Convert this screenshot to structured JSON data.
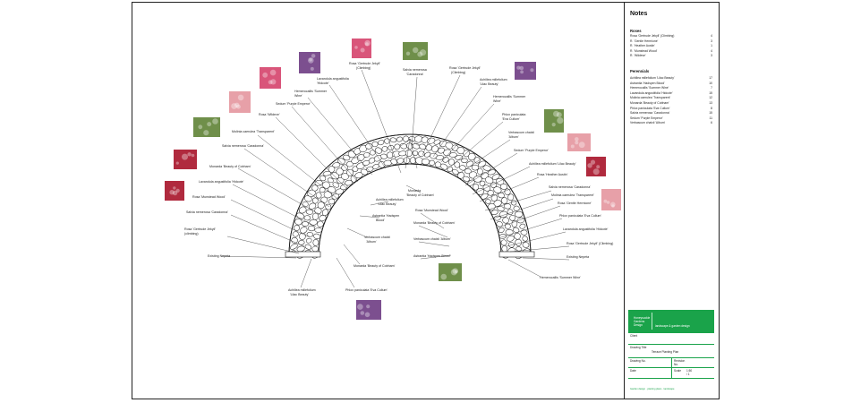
{
  "plan": {
    "labels": {
      "l1": "Rosa 'Gertrude Jekyll'",
      "l1b": "(Climbing)",
      "l2": "Salvia nemerosa",
      "l2b": "'Caradonna'",
      "l3": "Lavandula angustifolia",
      "l3b": "'Hidcote'",
      "l4": "Hemerocallis 'Summer",
      "l4b": "Wine'",
      "l5": "Sedum 'Purple Emperor'",
      "l6": "Rosa 'Wildeve'",
      "l7": "Molinia caerulea 'Transparent'",
      "l8": "Salvia nemerosa 'Caradonna'",
      "l9": "Monarda 'Beauty of Cobham'",
      "l10": "Lavandula angustifolia 'Hidcote'",
      "l11": "Rosa 'Munstead Wood'",
      "l12": "Salvia nemerosa 'Caradonna'",
      "l13": "Rosa 'Gertrude Jekyll'",
      "l13b": "(climbing)",
      "l14": "Existing Nepeta",
      "l15": "Achillea millefolium",
      "l15b": "'Lilac Beauty'",
      "l16": "Monarda 'Beauty of Cobham'",
      "l17": "Phlox paniculata 'Eva Cullum'",
      "l18": "Verbascum chaixii",
      "l18b": "'Album'",
      "l19": "Astrantia 'Hadspen",
      "l19b": "Blood'",
      "l20": "Achillea millefolium",
      "l20b": "'Lilac Beauty'",
      "l21": "Monarda",
      "l21b": "'Beauty of Cobham'",
      "r1": "Rosa 'Gertrude Jekyll'",
      "r1b": "(Climbing)",
      "r2": "Achillea millefolium",
      "r2b": "'Lilac Beauty'",
      "r3": "Hemerocallis 'Summer",
      "r3b": "Wine'",
      "r4": "Phlox paniculata",
      "r4b": "'Eva Cullum'",
      "r5": "Verbascum chaixii",
      "r5b": "'Album'",
      "r6": "Sedum 'Purple Emperor'",
      "r7": "Achillea millefolium 'Lilac Beauty'",
      "r8": "Rosa 'Heather Austin'",
      "r9": "Salvia nemerosa 'Caradonna'",
      "r10": "Molinia caerulea 'Transparent'",
      "r11": "Rosa 'Gentle Hermione'",
      "r12": "Phlox paniculata 'Eva Cullum'",
      "r13": "Lavandula angustifolia 'Hidcote'",
      "r14": "Rosa 'Gertrude Jekyll' (Climbing)",
      "r15": "Existing Nepeta",
      "r16": "Hemerocallis 'Summer Wine'",
      "m1": "Rosa 'Munstead Wood'",
      "m2": "Monarda 'Beauty of Cobham'",
      "m3": "Verbascum chaixii 'Album'",
      "m4": "Astrantia 'Hadspen Blood'"
    },
    "colors": {
      "line": "#1a1a1a",
      "paving": "#ffffff",
      "photo_pink": "#d9557a",
      "photo_green": "#6f8f4a",
      "photo_purple": "#7c4f8f",
      "photo_red": "#b02a3e",
      "photo_rose": "#e7a0a8"
    }
  },
  "notes": {
    "title": "Notes",
    "roses_title": "Roses",
    "roses": [
      {
        "name": "Rosa 'Gertrude Jekyll' (Climbing)",
        "qty": "4"
      },
      {
        "name": "R. 'Gentle Hermione'",
        "qty": "3"
      },
      {
        "name": "R. 'Heather Austin'",
        "qty": "1"
      },
      {
        "name": "R. 'Munstead Wood'",
        "qty": "4"
      },
      {
        "name": "R. 'Wildeve'",
        "qty": "3"
      }
    ],
    "perennials_title": "Perennials",
    "perennials": [
      {
        "name": "Achillea millefolium 'Lilac Beauty'",
        "qty": "17"
      },
      {
        "name": "Astrantia 'Hadspen Blood'",
        "qty": "10"
      },
      {
        "name": "Hemerocallis 'Summer Wine'",
        "qty": "7"
      },
      {
        "name": "Lavandula angustifolia 'Hidcote'",
        "qty": "15"
      },
      {
        "name": "Molinia caerulea 'Transparent'",
        "qty": "12"
      },
      {
        "name": "Monarda 'Beauty of Cobham'",
        "qty": "13"
      },
      {
        "name": "Phlox paniculata 'Eva Cullum'",
        "qty": "8"
      },
      {
        "name": "Salvia nemerosa 'Caradonna'",
        "qty": "15"
      },
      {
        "name": "Sedum 'Purple Emperor'",
        "qty": "11"
      },
      {
        "name": "Verbascum chaixii 'Album'",
        "qty": "6"
      }
    ]
  },
  "title_block": {
    "company": "Honeysuckle Gardens Design",
    "subtitle": "landscape & garden design",
    "client_label": "Client",
    "client_value": "",
    "drawing_title_label": "Drawing Title",
    "drawing_title_value": "Terrace Planting Plan",
    "drawing_no_label": "Drawing No.",
    "revision_label": "Revision No.",
    "date_label": "Date",
    "scale_label": "Scale",
    "scale_value": "1:50 / 1",
    "footer": "Garden design · planting plans · landscape"
  }
}
